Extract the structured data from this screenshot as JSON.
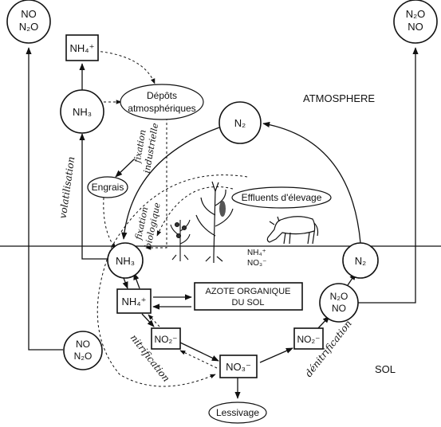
{
  "zones": {
    "atmosphere": "ATMOSPHERE",
    "soil": "SOL"
  },
  "nodes": {
    "no_n2o_top_left": [
      "NO",
      "N₂O"
    ],
    "n2o_no_top_right": [
      "N₂O",
      "NO"
    ],
    "nh4_top": "NH₄⁺",
    "nh3_top": "NH₃",
    "depots": [
      "Dépôts",
      "atmosphériques"
    ],
    "n2_atmo": "N₂",
    "engrais": "Engrais",
    "effluents": "Effluents d'élevage",
    "soil_surface_species": [
      "NH₄⁺",
      "NO₃⁻"
    ],
    "nh3_soil": "NH₃",
    "nh4_soil": "NH₄⁺",
    "azote_organique": [
      "AZOTE ORGANIQUE",
      "DU SOL"
    ],
    "n2_soil": "N₂",
    "n2o_no_soil": [
      "N₂O",
      "NO"
    ],
    "no_n2o_soil": [
      "NO",
      "N₂O"
    ],
    "no2_left": "NO₂⁻",
    "no3": "NO₃⁻",
    "no2_right": "NO₂⁻",
    "lessivage": "Lessivage"
  },
  "processes": {
    "fixation_industrielle": [
      "fixation",
      "industrielle"
    ],
    "fixation_biologique": [
      "fixation",
      "biologique"
    ],
    "volatilisation": "volatilisation",
    "nitrification": "nitrification",
    "denitrification": "dénitrification"
  },
  "colors": {
    "ink": "#111111",
    "background": "#ffffff"
  },
  "icons": [
    "corn-plant-icon",
    "small-plant-icon",
    "cow-icon"
  ]
}
